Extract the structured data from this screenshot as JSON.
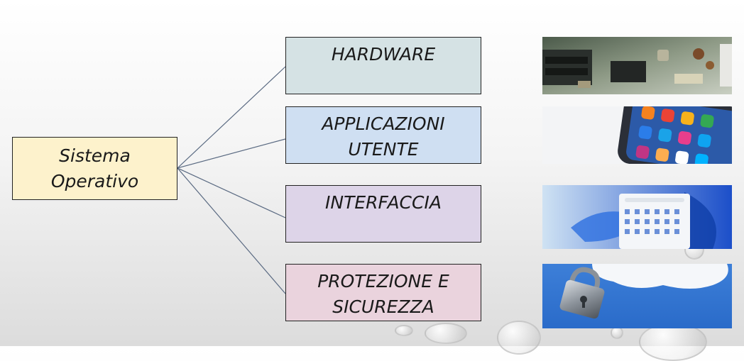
{
  "root": {
    "line1": "Sistema",
    "line2": "Operativo"
  },
  "items": [
    {
      "line1": "HARDWARE",
      "line2": ""
    },
    {
      "line1": "APPLICAZIONI",
      "line2": "UTENTE"
    },
    {
      "line1": "INTERFACCIA",
      "line2": ""
    },
    {
      "line1": "PROTEZIONE E",
      "line2": "SICUREZZA"
    }
  ],
  "images": [
    {
      "name": "circuit-board-image"
    },
    {
      "name": "smartphone-apps-image"
    },
    {
      "name": "windows-start-menu-image"
    },
    {
      "name": "padlock-cloud-image"
    }
  ],
  "colors": {
    "root_fill": "#fdf2cc",
    "hardware_fill": "#d5e2e4",
    "applicazioni_fill": "#cfdff2",
    "interfaccia_fill": "#ddd4e8",
    "protezione_fill": "#ead3dd",
    "connector": "#5a6a82"
  }
}
